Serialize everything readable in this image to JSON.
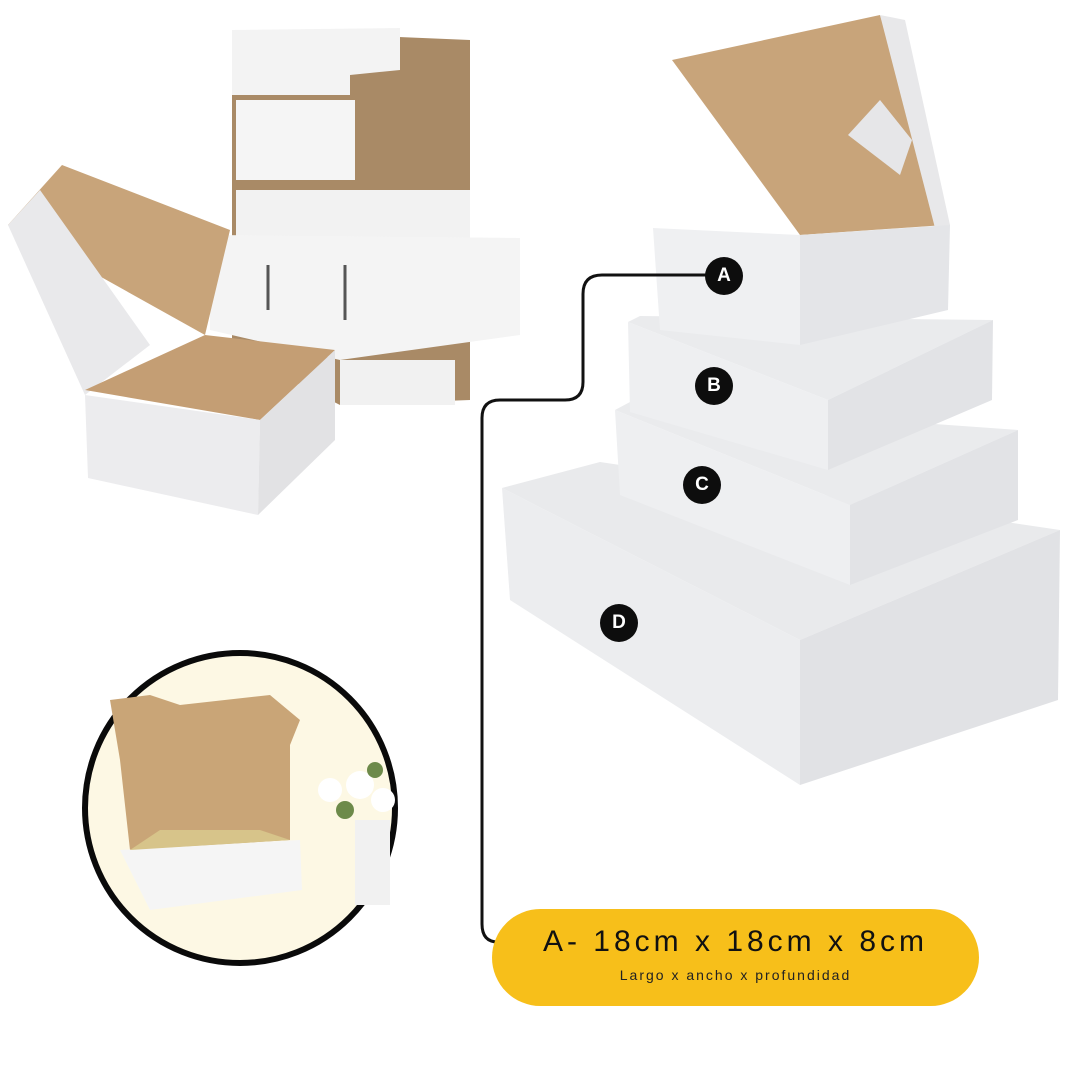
{
  "markers": {
    "a": "A",
    "b": "B",
    "c": "C",
    "d": "D"
  },
  "size_badge": {
    "dimensions": "A- 18cm x 18cm x 8cm",
    "caption": "Largo x ancho x profundidad"
  },
  "colors": {
    "accent": "#f7bf1a",
    "kraft": "#c9a57a",
    "box_white": "#eeeff1"
  }
}
